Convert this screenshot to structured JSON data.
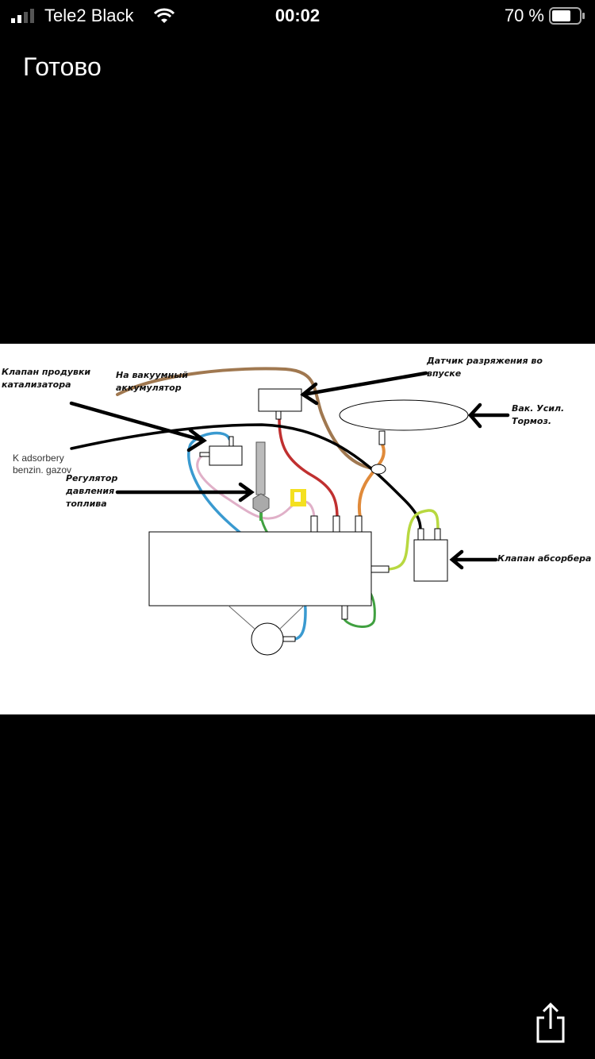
{
  "status_bar": {
    "carrier": "Tele2 Black",
    "time": "00:02",
    "battery": "70 %",
    "battery_level": 0.7
  },
  "nav": {
    "done_label": "Готово"
  },
  "diagram": {
    "labels": {
      "purge_valve": "Клапан продувки катализатора",
      "vacuum_accumulator": "На вакуумный аккумулятор",
      "adsorber": "K adsorbery benzin. gazov",
      "fuel_regulator": "Регулятор давления топлива",
      "map_sensor": "Датчик разряжения во впуске",
      "brake_booster": "Вак. Усил. Тормоз.",
      "absorber_valve": "Клапан абсорбера"
    }
  },
  "toolbar": {
    "share_icon": "share-icon"
  }
}
